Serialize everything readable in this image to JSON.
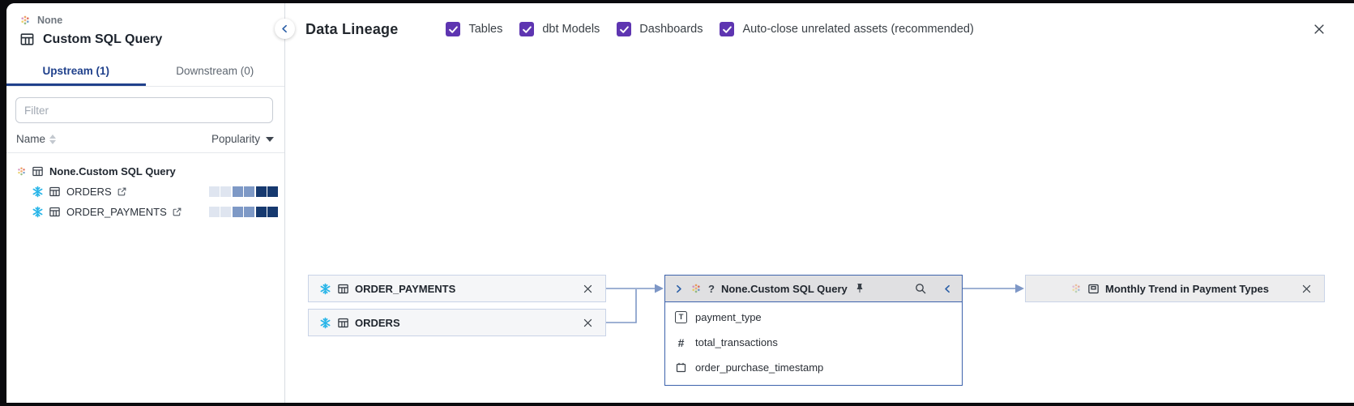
{
  "sidebar": {
    "parent": {
      "label": "None"
    },
    "title": "Custom SQL Query",
    "tabs": [
      {
        "label": "Upstream (1)",
        "active": true
      },
      {
        "label": "Downstream (0)",
        "active": false
      }
    ],
    "filter": {
      "placeholder": "Filter"
    },
    "columns": {
      "name": "Name",
      "popularity": "Popularity"
    },
    "tree": [
      {
        "label": "None.Custom SQL Query",
        "source_icon": "dbt-flower",
        "type_icon": "table",
        "popularity": null
      },
      {
        "label": "ORDERS",
        "source_icon": "snowflake",
        "type_icon": "table",
        "external_link": true,
        "popularity": [
          "light",
          "light",
          "medium",
          "medium",
          "dark",
          "dark"
        ]
      },
      {
        "label": "ORDER_PAYMENTS",
        "source_icon": "snowflake",
        "type_icon": "table",
        "external_link": true,
        "popularity": [
          "light",
          "light",
          "medium",
          "medium",
          "dark",
          "dark"
        ]
      }
    ]
  },
  "toolbar": {
    "title": "Data Lineage",
    "checkboxes": [
      {
        "label": "Tables",
        "checked": true
      },
      {
        "label": "dbt Models",
        "checked": true
      },
      {
        "label": "Dashboards",
        "checked": true
      },
      {
        "label": "Auto-close unrelated assets (recommended)",
        "checked": true
      }
    ]
  },
  "graph": {
    "upstream_nodes": [
      {
        "label": "ORDER_PAYMENTS",
        "source_icon": "snowflake",
        "type_icon": "table"
      },
      {
        "label": "ORDERS",
        "source_icon": "snowflake",
        "type_icon": "table"
      }
    ],
    "center_node": {
      "unknown_glyph": "?",
      "title": "None.Custom SQL Query",
      "source_icon": "dbt-flower",
      "fields": [
        {
          "name": "payment_type",
          "type": "text"
        },
        {
          "name": "total_transactions",
          "type": "number"
        },
        {
          "name": "order_purchase_timestamp",
          "type": "timestamp"
        }
      ]
    },
    "downstream_nodes": [
      {
        "label": "Monthly Trend in Payment Types",
        "source_icon": "dbt-flower",
        "type_icon": "dashboard"
      }
    ]
  },
  "icons": {
    "string_glyph": "T",
    "number_glyph": "#"
  },
  "colors": {
    "checkbox_purple": "#5e35b1",
    "tab_active_navy": "#20418c",
    "snowflake_blue": "#29b5e8",
    "edge_blue": "#7e97c6",
    "center_node_border": "#3d63ac",
    "popularity_light": "#dfe5f0",
    "popularity_medium": "#7e99c6",
    "popularity_dark": "#16396f"
  }
}
